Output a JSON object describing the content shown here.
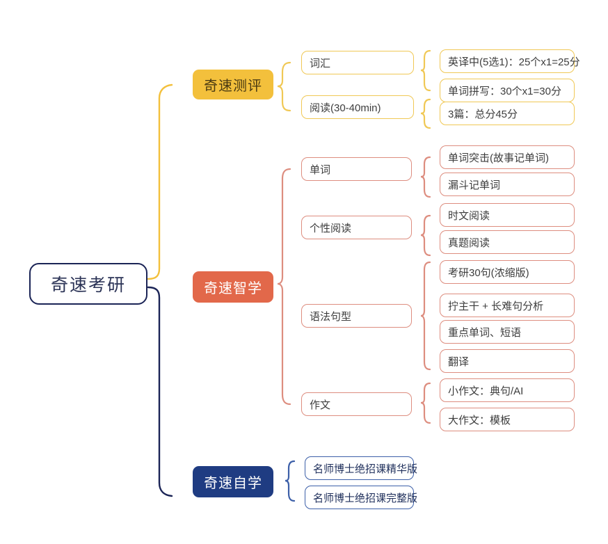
{
  "diagram": {
    "title": "奇速考研",
    "type": "mind-map",
    "colors": {
      "root_border": "#1b2456",
      "root_text": "#2b3356",
      "yellow": "#f3c03c",
      "orange": "#e2684a",
      "blue": "#1f3c82",
      "yellow_outline": "#f0c855",
      "red_outline": "#dd8d7f",
      "blue_outline": "#3c5fa8",
      "background": "#ffffff"
    }
  },
  "root": {
    "label": "奇速考研"
  },
  "branches": [
    {
      "id": "ceping",
      "label": "奇速测评",
      "color": "#f3c03c",
      "children": [
        {
          "label": "词汇",
          "leaves": [
            {
              "label": "英译中(5选1)：25个x1=25分"
            },
            {
              "label": "单词拼写：30个x1=30分"
            }
          ]
        },
        {
          "label": "阅读(30-40min)",
          "leaves": [
            {
              "label": "3篇：总分45分"
            }
          ]
        }
      ]
    },
    {
      "id": "zhixue",
      "label": "奇速智学",
      "color": "#e2684a",
      "children": [
        {
          "label": "单词",
          "leaves": [
            {
              "label": "单词突击(故事记单词)"
            },
            {
              "label": "漏斗记单词"
            }
          ]
        },
        {
          "label": "个性阅读",
          "leaves": [
            {
              "label": "时文阅读"
            },
            {
              "label": "真题阅读"
            }
          ]
        },
        {
          "label": "语法句型",
          "leaves": [
            {
              "label": "考研30句(浓缩版)"
            },
            {
              "label": "拧主干 + 长难句分析"
            },
            {
              "label": "重点单词、短语"
            },
            {
              "label": "翻译"
            }
          ]
        },
        {
          "label": "作文",
          "leaves": [
            {
              "label": "小作文：典句/AI"
            },
            {
              "label": "大作文：模板"
            }
          ]
        }
      ]
    },
    {
      "id": "zixue",
      "label": "奇速自学",
      "color": "#1f3c82",
      "children": [
        {
          "label": "名师博士绝招课精华版",
          "leaves": []
        },
        {
          "label": "名师博士绝招课完整版",
          "leaves": []
        }
      ]
    }
  ]
}
